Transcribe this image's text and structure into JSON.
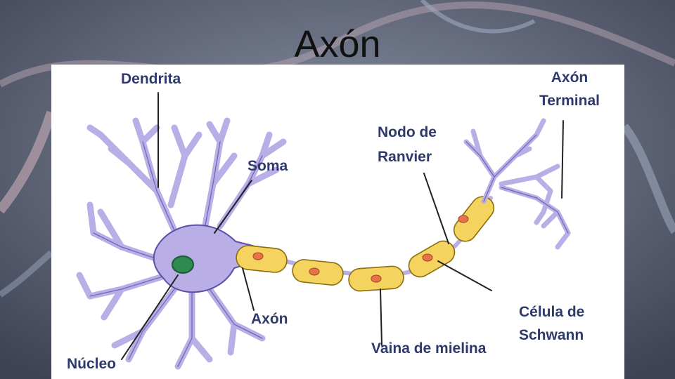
{
  "slide": {
    "title": "Axón"
  },
  "diagram": {
    "labels": {
      "dendrita": "Dendrita",
      "soma": "Soma",
      "nucleo": "Núcleo",
      "axon": "Axón",
      "vaina": "Vaina de mielina",
      "nodo_line1": "Nodo de",
      "nodo_line2": "Ranvier",
      "axon_terminal_line1": "Axón",
      "axon_terminal_line2": "Terminal",
      "schwann_line1": "Célula de",
      "schwann_line2": "Schwann"
    },
    "colors": {
      "neuron_fill": "#b9aee6",
      "neuron_stroke": "#5d4fa8",
      "myelin_fill": "#f4d35e",
      "myelin_stroke": "#8a6d12",
      "nucleus": "#2e8a4e",
      "schwann_nucleus": "#e8734a",
      "label_text": "#2d3a6b"
    }
  }
}
